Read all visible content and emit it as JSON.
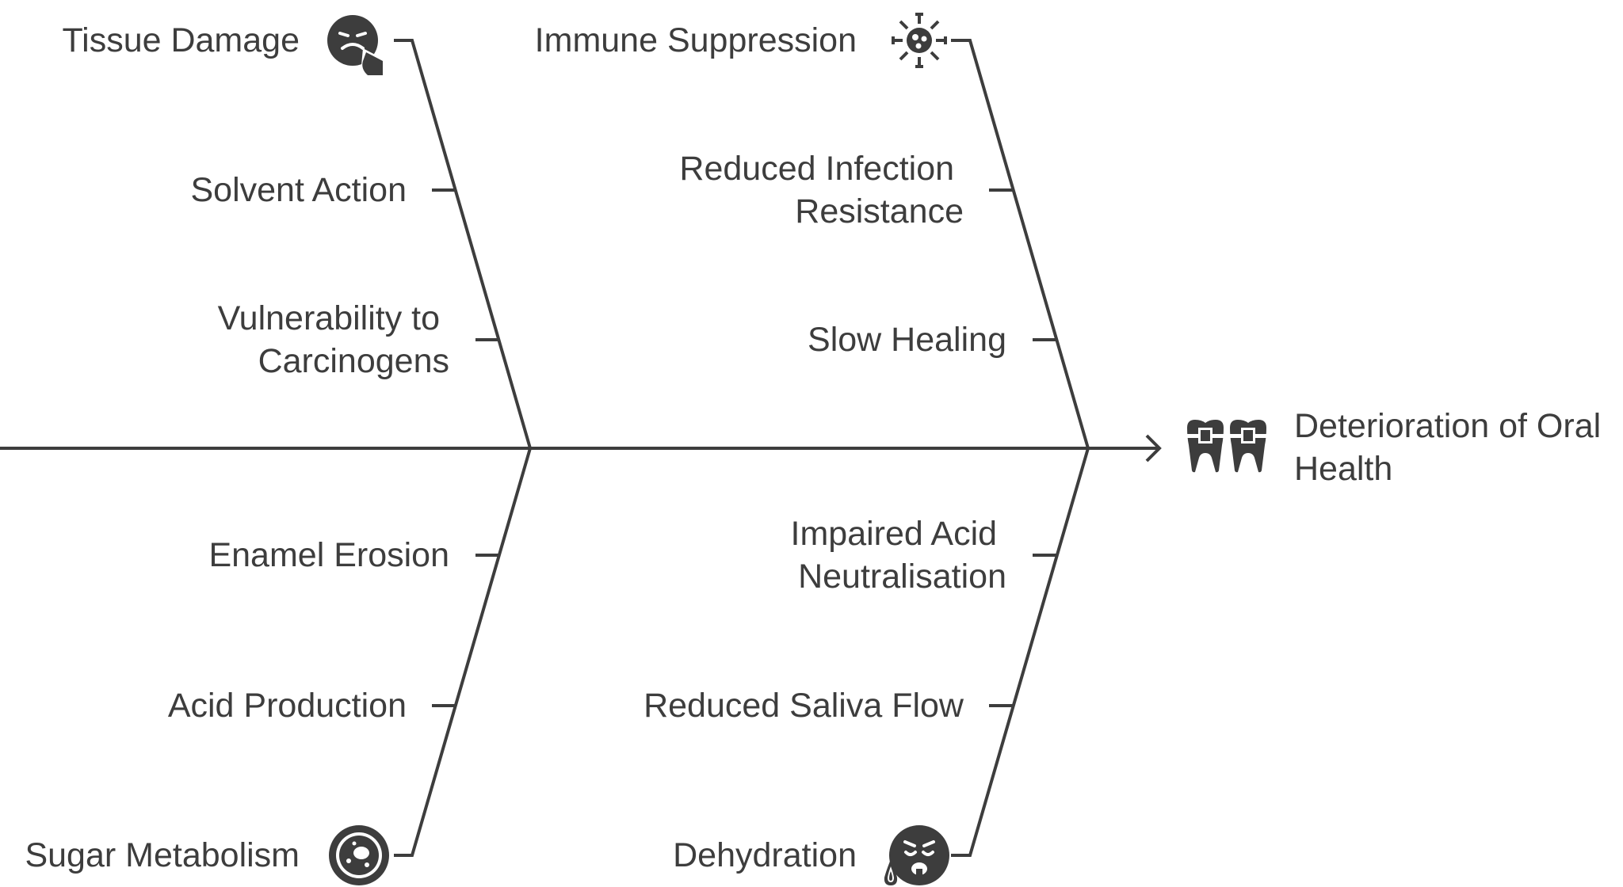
{
  "diagram": {
    "effect": {
      "label_lines": [
        "Deterioration of Oral",
        "Health"
      ],
      "icon": "teeth-braces-icon"
    },
    "causes": [
      {
        "id": "tissue-damage",
        "label": "Tissue Damage",
        "icon": "tissue-damage-icon",
        "factors": [
          {
            "lines": [
              "Solvent Action"
            ]
          },
          {
            "lines": [
              "Vulnerability to",
              "Carcinogens"
            ]
          }
        ]
      },
      {
        "id": "immune-suppression",
        "label": "Immune Suppression",
        "icon": "virus-icon",
        "factors": [
          {
            "lines": [
              "Reduced Infection",
              "Resistance"
            ]
          },
          {
            "lines": [
              "Slow Healing"
            ]
          }
        ]
      },
      {
        "id": "sugar-metabolism",
        "label": "Sugar Metabolism",
        "icon": "cell-icon",
        "factors": [
          {
            "lines": [
              "Enamel Erosion"
            ]
          },
          {
            "lines": [
              "Acid Production"
            ]
          }
        ]
      },
      {
        "id": "dehydration",
        "label": "Dehydration",
        "icon": "sweating-face-icon",
        "factors": [
          {
            "lines": [
              "Impaired Acid",
              "Neutralisation"
            ]
          },
          {
            "lines": [
              "Reduced Saliva Flow"
            ]
          }
        ]
      }
    ]
  },
  "colors": {
    "ink": "#3d3d3d",
    "background": "#ffffff"
  }
}
